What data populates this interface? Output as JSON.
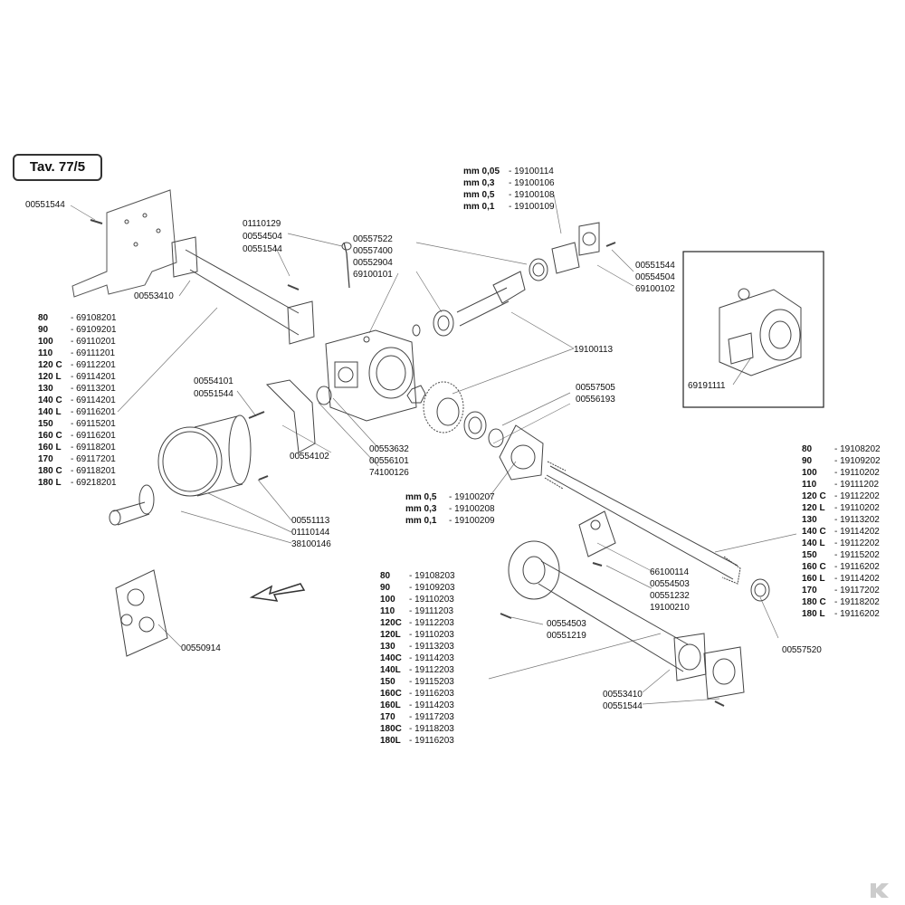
{
  "title": "Tav. 77/5",
  "labels": {
    "p00551544_top": "00551544",
    "p01110129": "01110129",
    "p00554504_a": "00554504",
    "p00551544_a": "00551544",
    "p00553410_top": "00553410",
    "p00557522": "00557522",
    "p00557400": "00557400",
    "p00552904": "00552904",
    "p69100101": "69100101",
    "p00551544_r": "00551544",
    "p00554504_r": "00554504",
    "p69100102": "69100102",
    "p19100113": "19100113",
    "p69191111": "69191111",
    "p00554101": "00554101",
    "p00551544_b": "00551544",
    "p00554102": "00554102",
    "p00553632": "00553632",
    "p00556101": "00556101",
    "p74100126": "74100126",
    "p00557505": "00557505",
    "p00556193": "00556193",
    "p00551113": "00551113",
    "p01110144": "01110144",
    "p38100146": "38100146",
    "p66100114": "66100114",
    "p00554503_a": "00554503",
    "p00551232": "00551232",
    "p19100210": "19100210",
    "p00554503_b": "00554503",
    "p00551219": "00551219",
    "p00550914": "00550914",
    "p00553410_bot": "00553410",
    "p00551544_bot": "00551544",
    "p00557520": "00557520"
  },
  "shim_top": [
    {
      "k": "mm 0,05",
      "v": "- 19100114"
    },
    {
      "k": "mm 0,3",
      "v": "- 19100106"
    },
    {
      "k": "mm 0,5",
      "v": "- 19100108"
    },
    {
      "k": "mm 0,1",
      "v": "- 19100109"
    }
  ],
  "shim_mid": [
    {
      "k": "mm 0,5",
      "v": "- 19100207"
    },
    {
      "k": "mm 0,3",
      "v": "- 19100208"
    },
    {
      "k": "mm 0,1",
      "v": "- 19100209"
    }
  ],
  "table_left": [
    {
      "k": "80",
      "v": "- 69108201"
    },
    {
      "k": "90",
      "v": "- 69109201"
    },
    {
      "k": "100",
      "v": "- 69110201"
    },
    {
      "k": "110",
      "v": "- 69111201"
    },
    {
      "k": "120 C",
      "v": "- 69112201"
    },
    {
      "k": "120 L",
      "v": "- 69114201"
    },
    {
      "k": "130",
      "v": "- 69113201"
    },
    {
      "k": "140 C",
      "v": "- 69114201"
    },
    {
      "k": "140 L",
      "v": "- 69116201"
    },
    {
      "k": "150",
      "v": "- 69115201"
    },
    {
      "k": "160 C",
      "v": "- 69116201"
    },
    {
      "k": "160 L",
      "v": "- 69118201"
    },
    {
      "k": "170",
      "v": "- 69117201"
    },
    {
      "k": "180 C",
      "v": "- 69118201"
    },
    {
      "k": "180 L",
      "v": "- 69218201"
    }
  ],
  "table_center": [
    {
      "k": "80",
      "v": "- 19108203"
    },
    {
      "k": "90",
      "v": "- 19109203"
    },
    {
      "k": "100",
      "v": "- 19110203"
    },
    {
      "k": "110",
      "v": "- 19111203"
    },
    {
      "k": "120C",
      "v": "- 19112203"
    },
    {
      "k": "120L",
      "v": "- 19110203"
    },
    {
      "k": "130",
      "v": "- 19113203"
    },
    {
      "k": "140C",
      "v": "- 19114203"
    },
    {
      "k": "140L",
      "v": "- 19112203"
    },
    {
      "k": "150",
      "v": "- 19115203"
    },
    {
      "k": "160C",
      "v": "- 19116203"
    },
    {
      "k": "160L",
      "v": "- 19114203"
    },
    {
      "k": "170",
      "v": "- 19117203"
    },
    {
      "k": "180C",
      "v": "- 19118203"
    },
    {
      "k": "180L",
      "v": "- 19116203"
    }
  ],
  "table_right": [
    {
      "k": "80",
      "v": "- 19108202"
    },
    {
      "k": "90",
      "v": "- 19109202"
    },
    {
      "k": "100",
      "v": "- 19110202"
    },
    {
      "k": "110",
      "v": "- 19111202"
    },
    {
      "k": "120 C",
      "v": "- 19112202"
    },
    {
      "k": "120 L",
      "v": "- 19110202"
    },
    {
      "k": "130",
      "v": "- 19113202"
    },
    {
      "k": "140 C",
      "v": "- 19114202"
    },
    {
      "k": "140 L",
      "v": "- 19112202"
    },
    {
      "k": "150",
      "v": "- 19115202"
    },
    {
      "k": "160 C",
      "v": "- 19116202"
    },
    {
      "k": "160 L",
      "v": "- 19114202"
    },
    {
      "k": "170",
      "v": "- 19117202"
    },
    {
      "k": "180 C",
      "v": "- 19118202"
    },
    {
      "k": "180 L",
      "v": "- 19116202"
    }
  ],
  "colors": {
    "ink": "#111111",
    "line": "#555555",
    "paper": "#ffffff"
  }
}
